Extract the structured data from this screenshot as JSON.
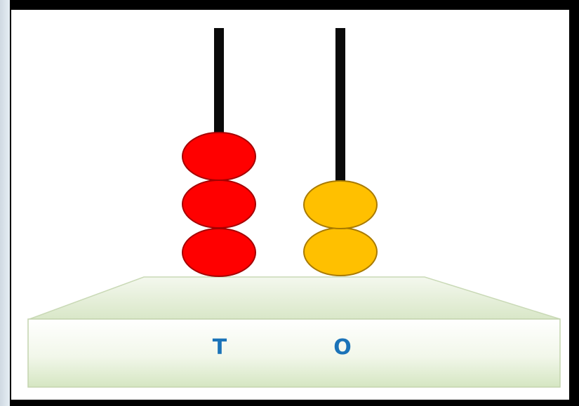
{
  "abacus": {
    "rods": [
      {
        "label": "T",
        "beads": 3,
        "bead_color": "#ff0000",
        "bead_stroke": "#a50000"
      },
      {
        "label": "O",
        "beads": 2,
        "bead_color": "#ffc000",
        "bead_stroke": "#a87a00"
      }
    ],
    "rod_color": "#0a0a0a",
    "base_color": "#e8f1dd",
    "label_color": "#1b73b8"
  }
}
